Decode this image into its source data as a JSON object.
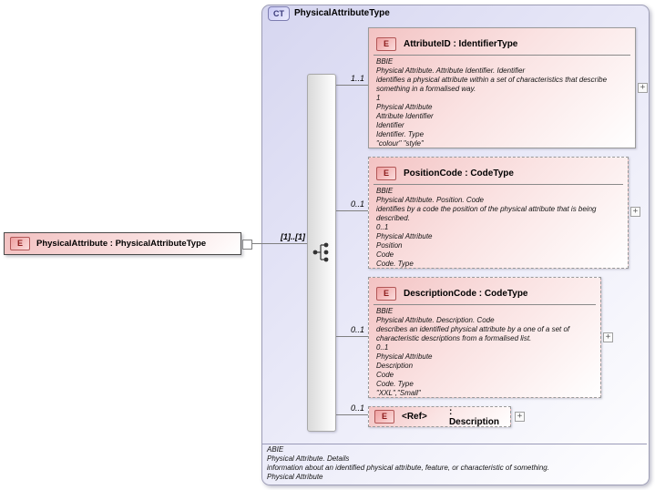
{
  "diagram": {
    "root": {
      "badge": "E",
      "label": "PhysicalAttribute : PhysicalAttributeType"
    },
    "occurrence": "[1]..[1]",
    "compositor": "sequence",
    "expand_glyph": "+",
    "container": {
      "badge": "CT",
      "title": "PhysicalAttributeType",
      "doc": [
        "ABIE",
        "Physical Attribute. Details",
        "information about an identified physical attribute, feature, or characteristic of something.",
        "Physical Attribute"
      ]
    },
    "children": [
      {
        "badge": "E",
        "title": "AttributeID : IdentifierType",
        "cardinality": "1..1",
        "doc": [
          "BBIE",
          "Physical Attribute. Attribute Identifier. Identifier",
          "identifies a physical attribute within a set of characteristics that describe something in a formalised way.",
          "1",
          "Physical Attribute",
          "Attribute Identifier",
          "Identifier",
          "Identifier. Type",
          "\"colour\" \"style\""
        ]
      },
      {
        "badge": "E",
        "title": "PositionCode : CodeType",
        "cardinality": "0..1",
        "doc": [
          "BBIE",
          "Physical Attribute. Position. Code",
          "identifies by a code the position of the physical attribute that is being described.",
          "0..1",
          "Physical Attribute",
          "Position",
          "Code",
          "Code. Type"
        ]
      },
      {
        "badge": "E",
        "title": "DescriptionCode : CodeType",
        "cardinality": "0..1",
        "doc": [
          "BBIE",
          "Physical Attribute. Description. Code",
          "describes an identified physical attribute by a one of a set of characteristic descriptions from a formalised list.",
          "0..1",
          "Physical Attribute",
          "Description",
          "Code",
          "Code. Type",
          "\"XXL\",\"Small\""
        ]
      },
      {
        "badge": "E",
        "name": "<Ref>",
        "type_label": ": Description",
        "cardinality": "0..1"
      }
    ],
    "colors": {
      "container_fill": "#d6d6f0",
      "element_fill": "#f3c3c3",
      "element_badge_border": "#b25757",
      "element_badge_text": "#8b1a1a",
      "ct_badge_text": "#3a3a7a",
      "connector_line": "#808080"
    }
  }
}
